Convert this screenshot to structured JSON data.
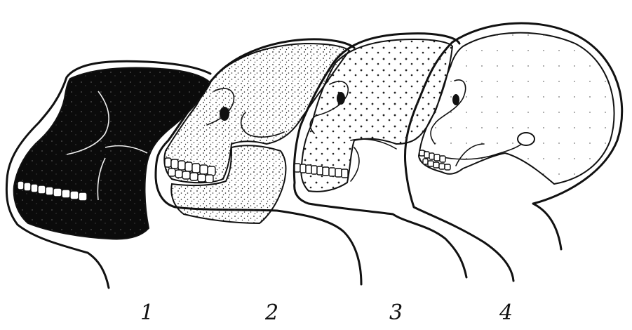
{
  "figure": {
    "panels": [
      {
        "label": "1",
        "style": "dark"
      },
      {
        "label": "2",
        "style": "dense-stipple"
      },
      {
        "label": "3",
        "style": "sparse-stipple"
      },
      {
        "label": "4",
        "style": "light"
      }
    ]
  }
}
